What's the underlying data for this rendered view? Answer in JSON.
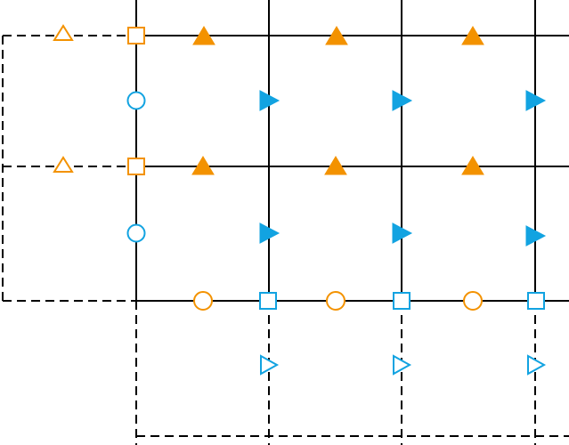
{
  "colors": {
    "background": "#ffffff",
    "line": "#000000",
    "orange": "#f39200",
    "blue": "#12a3e1"
  },
  "grid": {
    "solid_line_style": "solid",
    "boundary_line_style": "dashed"
  },
  "markers": {
    "orange_filled_triangle": {
      "shape": "triangle-up",
      "fill": "filled",
      "color": "orange",
      "count": 6
    },
    "orange_open_triangle": {
      "shape": "triangle-up",
      "fill": "open",
      "color": "orange",
      "count": 2
    },
    "orange_open_square": {
      "shape": "square",
      "fill": "open",
      "color": "orange",
      "count": 2
    },
    "orange_open_circle": {
      "shape": "circle",
      "fill": "open",
      "color": "orange",
      "count": 3
    },
    "blue_open_circle": {
      "shape": "circle",
      "fill": "open",
      "color": "blue",
      "count": 2
    },
    "blue_filled_triangle_right": {
      "shape": "triangle-right",
      "fill": "filled",
      "color": "blue",
      "count": 6
    },
    "blue_open_square": {
      "shape": "square",
      "fill": "open",
      "color": "blue",
      "count": 3
    },
    "blue_open_triangle_right": {
      "shape": "triangle-right",
      "fill": "open",
      "color": "blue",
      "count": 3
    }
  }
}
